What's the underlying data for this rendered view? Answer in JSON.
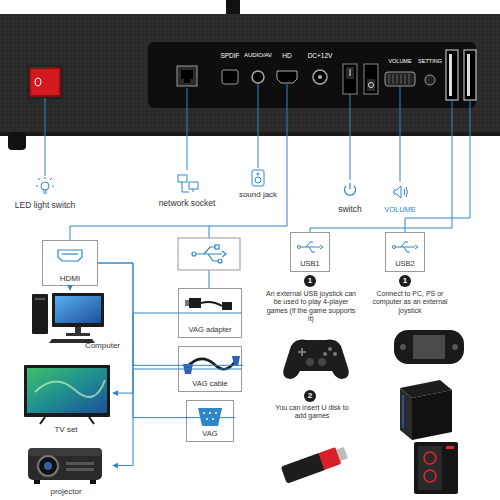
{
  "diagram": {
    "nodes": [
      {
        "text": [
          "HDMI"
        ]
      },
      {
        "text": [
          "Computer"
        ]
      },
      {
        "text": [
          "TV set"
        ]
      },
      {
        "text": [
          "projector"
        ]
      },
      {
        "text": [
          "VAG adapter"
        ]
      },
      {
        "text": [
          "VAG cable"
        ]
      },
      {
        "text": [
          "VAG"
        ]
      },
      {
        "text": [
          "USB1"
        ]
      },
      {
        "text": [
          "USB2"
        ]
      }
    ],
    "edges": [
      {
        "from": 0,
        "to": 1,
        "arrow": "to"
      },
      {
        "from": 0,
        "to": 2,
        "arrow": "to"
      },
      {
        "from": 0,
        "to": 3,
        "arrow": "to"
      },
      {
        "from": 4,
        "to": 5,
        "arrow": "none"
      },
      {
        "from": 5,
        "to": 6,
        "arrow": "none"
      }
    ],
    "labels": [
      "SPDIF",
      "AUDIO/AV",
      "HD",
      "DC+12V",
      "VOLUME",
      "SETTING",
      "LED light switch",
      "network socket",
      "sound jack",
      "switch",
      "VOLUME",
      "1",
      "An external USB joystick can be used to play 4-player games (if the game supports it)",
      "2",
      "You can insert U disk to add games",
      "1",
      "Connect to PC, PS or computer as an external joystick"
    ]
  }
}
